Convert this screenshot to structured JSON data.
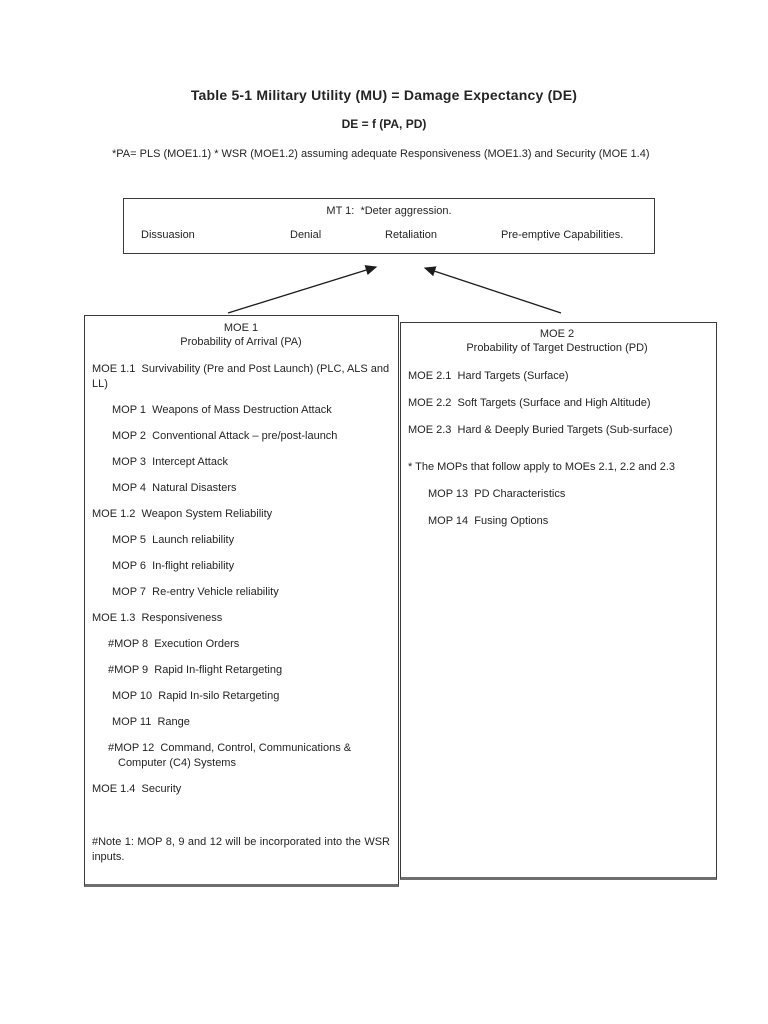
{
  "page": {
    "title": "Table 5-1 Military Utility (MU) = Damage Expectancy (DE)",
    "subtitle": "DE = f (PA, PD)",
    "pa_note": "*PA= PLS (MOE1.1) * WSR (MOE1.2) assuming adequate Responsiveness (MOE1.3) and Security (MOE 1.4)"
  },
  "mt_box": {
    "title": "MT 1:  *Deter aggression.",
    "columns": [
      {
        "label": "Dissuasion"
      },
      {
        "label": "Denial"
      },
      {
        "label": "Retaliation"
      },
      {
        "label": "Pre-emptive Capabilities."
      }
    ]
  },
  "moe1_box": {
    "title": "MOE 1",
    "subtitle": "Probability of Arrival (PA)",
    "items": [
      {
        "text": "MOE 1.1  Survivability (Pre and Post Launch) (PLC, ALS and LL)"
      },
      {
        "text": "MOP 1  Weapons of Mass Destruction Attack"
      },
      {
        "text": "MOP 2  Conventional Attack – pre/post-launch"
      },
      {
        "text": "MOP 3  Intercept Attack"
      },
      {
        "text": "MOP 4  Natural Disasters"
      },
      {
        "text": "MOE 1.2  Weapon System Reliability"
      },
      {
        "text": "MOP 5  Launch reliability"
      },
      {
        "text": "MOP 6  In-flight reliability"
      },
      {
        "text": "MOP 7  Re-entry Vehicle reliability"
      },
      {
        "text": "MOE 1.3  Responsiveness"
      },
      {
        "text": "#MOP 8  Execution Orders"
      },
      {
        "text": "#MOP 9  Rapid In-flight Retargeting"
      },
      {
        "text": "MOP 10  Rapid In-silo Retargeting"
      },
      {
        "text": "MOP 11  Range"
      },
      {
        "text": "#MOP 12  Command, Control, Communications & Computer (C4) Systems"
      },
      {
        "text": "MOE 1.4  Security"
      }
    ],
    "note": "#Note 1:  MOP 8, 9 and 12 will be incorporated into the WSR inputs."
  },
  "moe2_box": {
    "title": "MOE 2",
    "subtitle": "Probability of Target Destruction (PD)",
    "items": [
      {
        "text": "MOE 2.1  Hard Targets (Surface)"
      },
      {
        "text": "MOE 2.2  Soft Targets (Surface and High Altitude)"
      },
      {
        "text": "MOE 2.3  Hard & Deeply Buried Targets (Sub-surface)"
      },
      {
        "text": "* The MOPs that follow apply to MOEs 2.1, 2.2 and 2.3"
      },
      {
        "text": "MOP 13  PD Characteristics"
      },
      {
        "text": "MOP 14  Fusing Options"
      }
    ]
  },
  "colors": {
    "text": "#242424",
    "border": "#3b3b3b",
    "border_bottom": "#6e6e6e",
    "background": "#ffffff"
  }
}
